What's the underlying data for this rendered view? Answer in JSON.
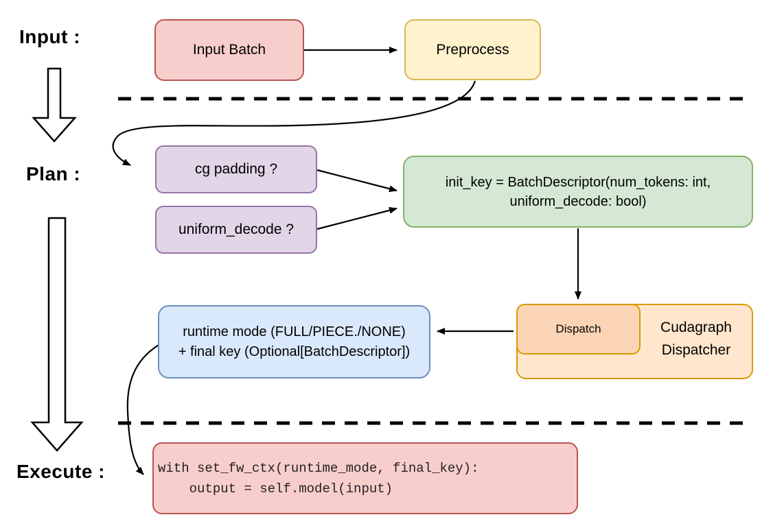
{
  "stage_labels": {
    "input": "Input :",
    "plan": "Plan :",
    "execute": "Execute :"
  },
  "nodes": {
    "input_batch": {
      "label": "Input Batch",
      "fill": "#F8CECC",
      "stroke": "#B85450"
    },
    "preprocess": {
      "label": "Preprocess",
      "fill": "#FFF2CC",
      "stroke": "#D6B656"
    },
    "cg_padding": {
      "label": "cg padding ?",
      "fill": "#E1D5E7",
      "stroke": "#9673A6"
    },
    "uniform_decode": {
      "label": "uniform_decode ?",
      "fill": "#E1D5E7",
      "stroke": "#9673A6"
    },
    "init_key": {
      "label": "init_key = BatchDescriptor(num_tokens: int, uniform_decode: bool)",
      "fill": "#D5E8D4",
      "stroke": "#82B366"
    },
    "dispatch": {
      "label": "Dispatch",
      "fill": "#FAD4B4",
      "stroke": "#D79B00"
    },
    "cudagraph_dispatcher": {
      "label": "Cudagraph Dispatcher",
      "fill": "#FFE6CC",
      "stroke": "#D79B00"
    },
    "runtime_result": {
      "line1": "runtime mode (FULL/PIECE./NONE)",
      "line2": "+ final key (Optional[BatchDescriptor])",
      "fill": "#DAE8FC",
      "stroke": "#6C8EBF"
    },
    "execute_code": {
      "line1": "with set_fw_ctx(runtime_mode, final_key):",
      "line2": "    output = self.model(input)",
      "fill": "#F8CECC",
      "stroke": "#B85450"
    }
  },
  "connector_color": "#000000"
}
